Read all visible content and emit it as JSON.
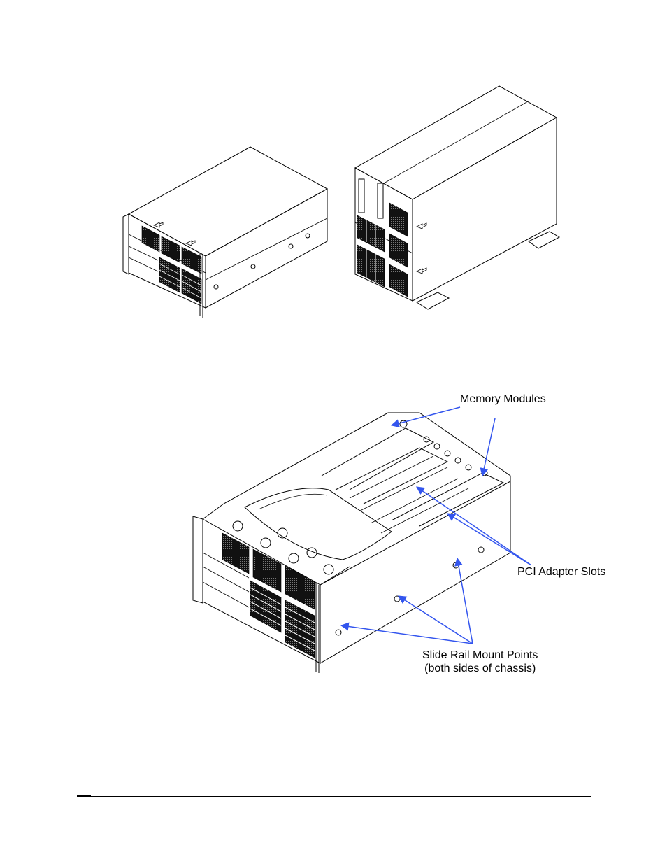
{
  "callouts": {
    "memory_modules": "Memory Modules",
    "pci_adapter_slots": "PCI Adapter Slots",
    "slide_rail_line1": "Slide Rail Mount Points",
    "slide_rail_line2": "(both sides of chassis)"
  },
  "colors": {
    "line_art": "#000000",
    "callout_arrow": "#3355ee",
    "vent": "#111111"
  }
}
